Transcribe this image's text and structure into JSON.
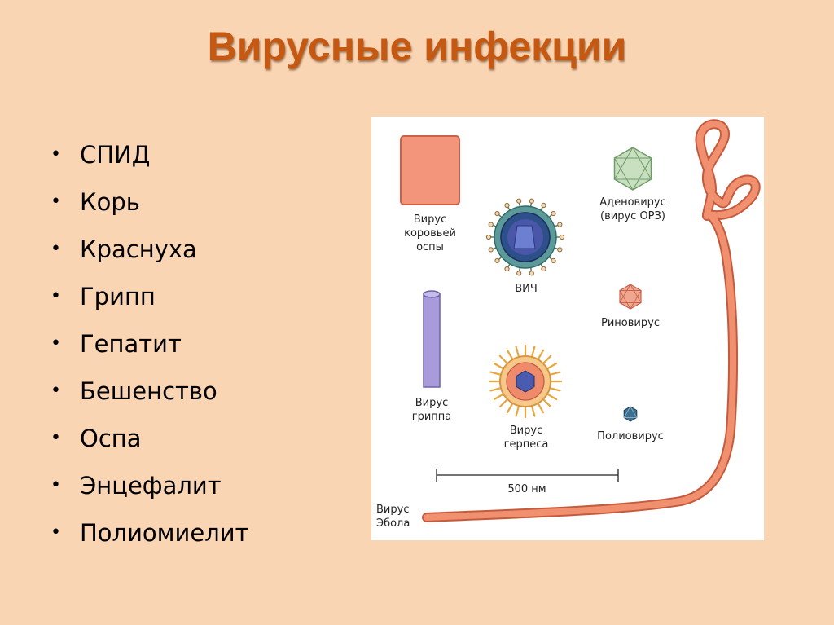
{
  "title": "Вирусные инфекции",
  "diseases": [
    "СПИД",
    "Корь",
    "Краснуха",
    "Грипп",
    "Гепатит",
    "Бешенство",
    "Оспа",
    "Энцефалит",
    "Полиомиелит"
  ],
  "figure": {
    "vaccinia": "Вирус\nкоровьей\nоспы",
    "hiv": "ВИЧ",
    "adenovirus": "Аденовирус\n(вирус ОРЗ)",
    "rhinovirus": "Риновирус",
    "influenza": "Вирус\nгриппа",
    "herpes": "Вирус\nгерпеса",
    "poliovirus": "Полиовирус",
    "scale": "500 нм",
    "ebola": "Вирус\nЭбола"
  }
}
